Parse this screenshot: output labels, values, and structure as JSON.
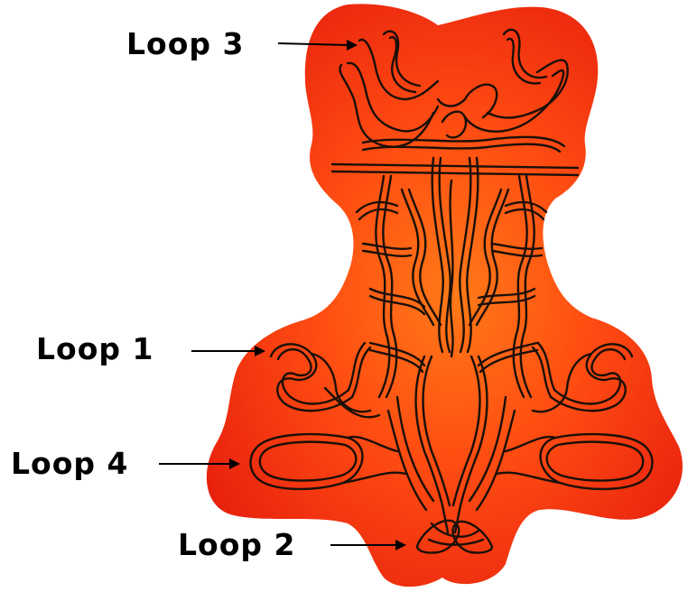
{
  "labels": {
    "loop3": "Loop 3",
    "loop1": "Loop 1",
    "loop4": "Loop 4",
    "loop2": "Loop 2"
  },
  "colors": {
    "glow_inner": "#ff6a10",
    "glow_mid": "#ff3a10",
    "glow_outer": "#ee2410",
    "outline": "#1a1008",
    "text": "#000000"
  }
}
